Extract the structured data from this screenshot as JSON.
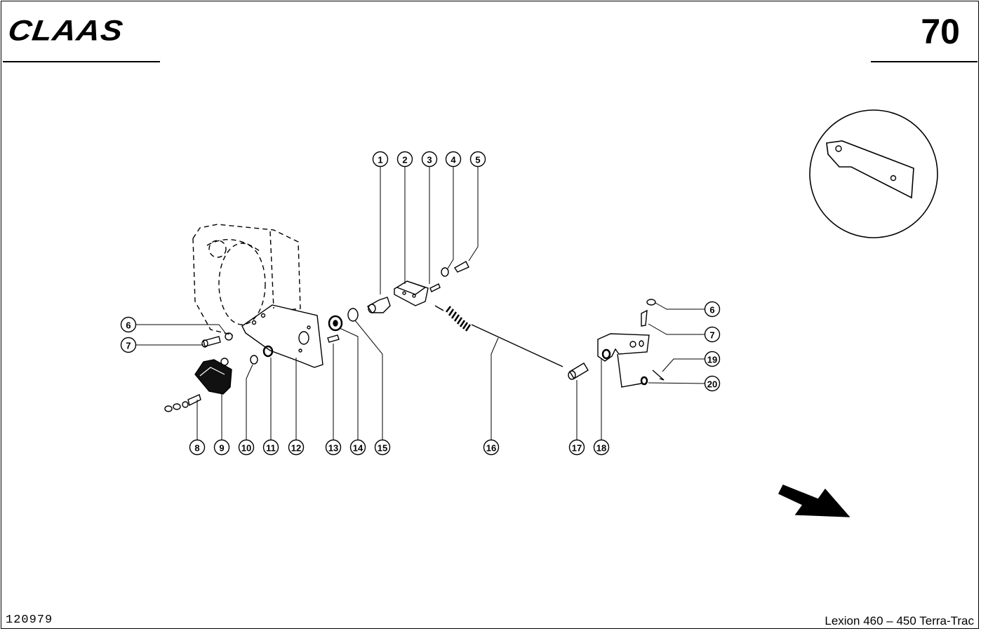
{
  "header": {
    "brand": "CLAAS",
    "page_number": "70"
  },
  "footer": {
    "document_number": "120979",
    "model": "Lexion 460 – 450 Terra-Trac"
  },
  "callouts": {
    "c1": "1",
    "c2": "2",
    "c3": "3",
    "c4": "4",
    "c5": "5",
    "c6a": "6",
    "c7a": "7",
    "c6b": "6",
    "c7b": "7",
    "c8": "8",
    "c9": "9",
    "c10": "10",
    "c11": "11",
    "c12": "12",
    "c13": "13",
    "c14": "14",
    "c15": "15",
    "c16": "16",
    "c17": "17",
    "c18": "18",
    "c19": "19",
    "c20": "20"
  }
}
